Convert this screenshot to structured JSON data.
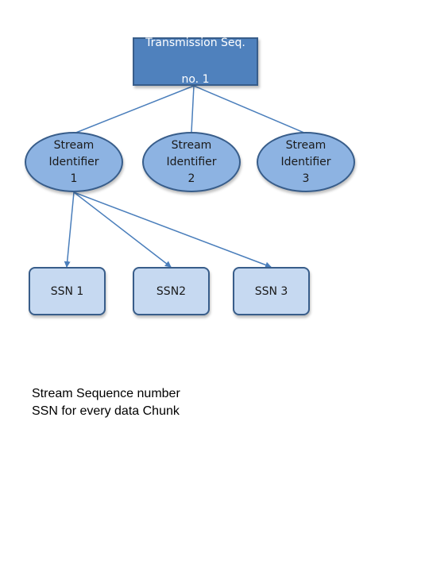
{
  "diagram": {
    "root": {
      "line1": "Transmission Seq.",
      "line2": "no.  1"
    },
    "streams": [
      {
        "text": "Stream\nIdentifier\n1"
      },
      {
        "text": "Stream\nIdentifier\n2"
      },
      {
        "text": "Stream\nIdentifier\n3"
      }
    ],
    "ssns": [
      {
        "text": "SSN 1"
      },
      {
        "text": "SSN2"
      },
      {
        "text": "SSN 3"
      }
    ],
    "caption": {
      "line1": "Stream Sequence number",
      "line2": "SSN for every data Chunk"
    },
    "colors": {
      "root_fill": "#4f81bd",
      "stream_fill": "#8db3e2",
      "ssn_fill": "#c6d9f1",
      "border": "#385d8a",
      "connector": "#4a7ebb"
    }
  }
}
